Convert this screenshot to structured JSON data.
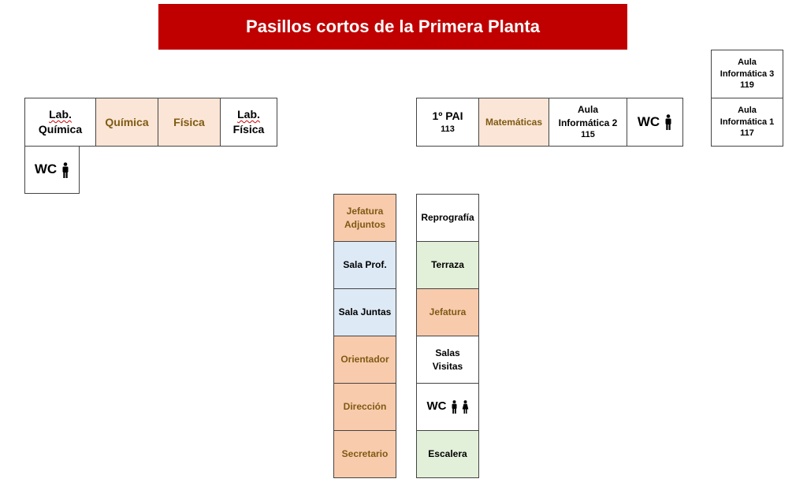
{
  "title": "Pasillos cortos de la Primera Planta",
  "left_corridor": {
    "lab_quimica": [
      "Lab.",
      "Química"
    ],
    "quimica": "Química",
    "fisica": "Física",
    "lab_fisica": [
      "Lab.",
      "Física"
    ],
    "wc": "WC"
  },
  "right_corridor": {
    "pai": {
      "name": "1º PAI",
      "number": "113"
    },
    "matematicas": "Matemáticas",
    "aula_2": {
      "lines": [
        "Aula",
        "Informática 2"
      ],
      "number": "115"
    },
    "wc": "WC",
    "aula_3": {
      "lines": [
        "Aula",
        "Informática 3"
      ],
      "number": "119"
    },
    "aula_1": {
      "lines": [
        "Aula",
        "Informática 1"
      ],
      "number": "117"
    }
  },
  "center_left_column": [
    [
      "Jefatura",
      "Adjuntos"
    ],
    [
      "Sala Prof."
    ],
    [
      "Sala Juntas"
    ],
    [
      "Orientador"
    ],
    [
      "Dirección"
    ],
    [
      "Secretario"
    ]
  ],
  "center_right_column": [
    [
      "Reprografía"
    ],
    [
      "Terraza"
    ],
    [
      "Jefatura"
    ],
    [
      "Salas",
      "Visitas"
    ],
    [
      "WC"
    ],
    [
      "Escalera"
    ]
  ],
  "colors": {
    "banner": "#c00000",
    "peach": "#fbe5d6",
    "orange": "#f8cbad",
    "blue": "#dde9f5",
    "green": "#e2efd9",
    "brown_text": "#7f5a12"
  },
  "icons": {
    "man": "man-icon",
    "woman": "woman-icon"
  }
}
